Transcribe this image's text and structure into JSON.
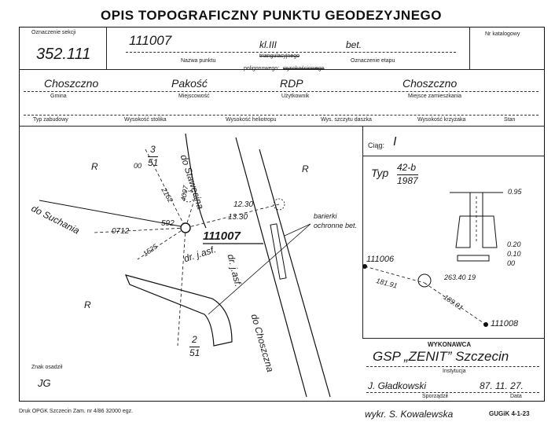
{
  "header": {
    "title": "OPIS TOPOGRAFICZNY PUNKTU GEODEZYJNEGO"
  },
  "top_row": {
    "section_label": "Oznaczenie sekcji",
    "section_value": "352.111",
    "point_number": "111007",
    "class_value": "kl.III",
    "material_value": "bet.",
    "catalog_label": "Nr katalogowy",
    "name_label": "Nazwa punktu",
    "triang_label": "triangulacyjnego",
    "polygon_label": "poligonowego:",
    "height_label": "wysokościowego",
    "stage_label": "Oznaczenie etapu"
  },
  "location": {
    "gmina_value": "Choszczno",
    "gmina_label": "Gmina",
    "locality_value": "Pakość",
    "locality_label": "Miejscowość",
    "user_value": "RDP",
    "user_label": "Użytkownik",
    "residence_value": "Choszczno",
    "residence_label": "Miejsce zamieszkania"
  },
  "columns": {
    "type_label": "Typ zabudowy",
    "column_h_label": "Wysokość stolika",
    "heliotrope_label": "Wysokość heliotropu",
    "roof_label": "Wys. szczytu daszka",
    "cross_label": "Wysokość krzyżaka",
    "state_label": "Stan"
  },
  "sketch": {
    "road_stawiecino": "do Stawęcina",
    "road_suchania": "do Suchania",
    "road_choszczna": "do Choszczna",
    "area_r": "R",
    "point_top_num": "3",
    "point_top_den": "51",
    "point_bottom_num": "2",
    "point_bottom_den": "51",
    "main_point": "111007",
    "dist_1230": "12.30",
    "dist_1330": "13.30",
    "dist_592": "592",
    "dist_0712": "0712",
    "dist_2162": "2162",
    "dist_4097": "4097",
    "dist_1525": "1525",
    "dist_00": "00",
    "road_type_1": "dr. j.asf.",
    "road_type_2": "dr. j.asf.",
    "barrier_label_1": "barierki",
    "barrier_label_2": "ochronne bet."
  },
  "right_panel": {
    "ciag_label": "Ciąg:",
    "ciag_value": "I",
    "typ_label": "Typ",
    "typ_num": "42-b",
    "typ_year": "1987",
    "depth_095": "0.95",
    "depth_020": "0.20",
    "depth_010": "0.10",
    "depth_00": "00",
    "left_point": "111006",
    "right_point": "111008",
    "dist_left": "181.91",
    "dist_right": "189.01",
    "angle": "263.40 19"
  },
  "performer": {
    "executor_label": "WYKONAWCA",
    "company": "GSP „ZENIT” Szczecin",
    "institution_label": "Instytucja",
    "author": "J. Gładkowski",
    "date": "87. 11. 27.",
    "author_label": "Sporządził",
    "date_label": "Data"
  },
  "footer": {
    "marker_label": "Znak osadził",
    "marker_value": "JG",
    "print_info": "Druk OPGK Szczecin Zam. nr 4/86 32000 egz.",
    "copied_by": "wykr. S. Kowalewska",
    "form_code": "GUGiK 4-1-23"
  }
}
